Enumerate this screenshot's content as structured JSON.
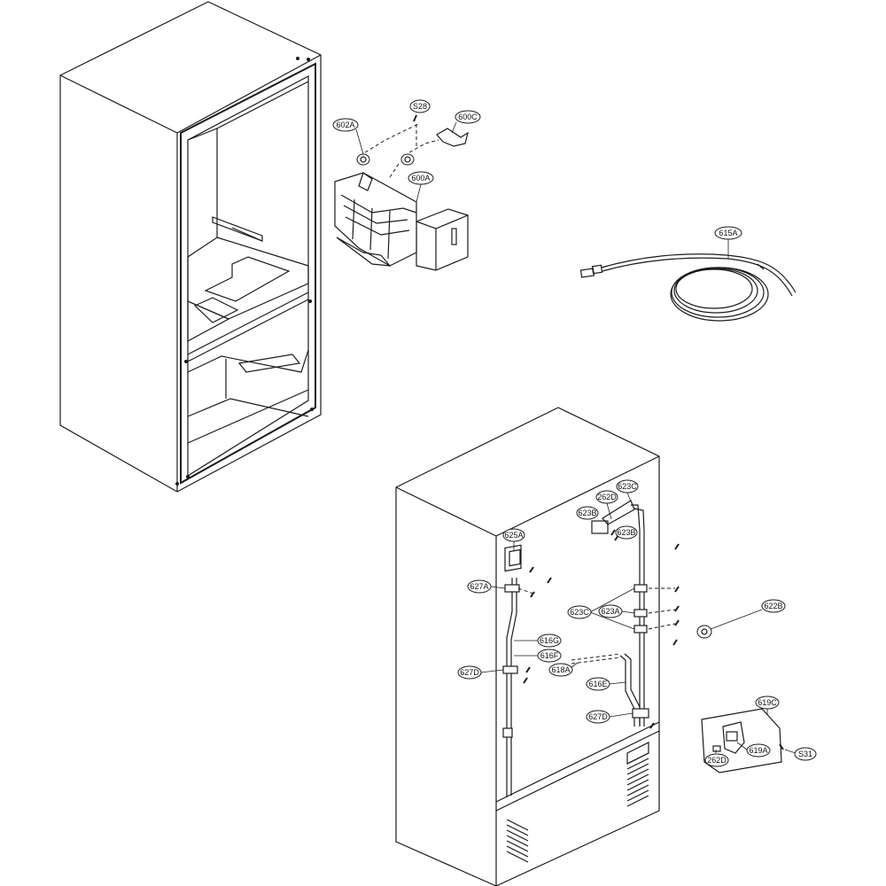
{
  "callouts": {
    "c602A": "602A",
    "cS28": "S28",
    "c600C": "600C",
    "c600A": "600A",
    "c615A": "615A",
    "c625A": "625A",
    "c262D_top": "262D",
    "c623C_top": "623C",
    "c623B_a": "623B",
    "c623B_b": "623B",
    "c627A": "627A",
    "c623C_mid": "623C",
    "c623A": "623A",
    "c622B": "622B",
    "c616G": "616G",
    "c616F": "616F",
    "c627D_left": "627D",
    "c618A": "618A",
    "c616E": "616E",
    "c627D_right": "627D",
    "c619C": "619C",
    "c262D_bot": "262D",
    "c619A": "619A",
    "cS31": "S31"
  }
}
